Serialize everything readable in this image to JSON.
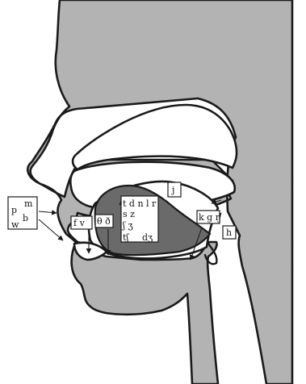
{
  "labels": {
    "bilabial": {
      "p": "p",
      "m": "m",
      "b": "b",
      "w": "w"
    },
    "labiodental": "f v",
    "dental": "θ ð",
    "alveolar": {
      "line1": "t d n l r",
      "line2": "s z"
    },
    "postalveolar": {
      "line1": "ʃ ʒ",
      "line2_a": "tʃ",
      "line2_b": "dʒ"
    },
    "palatal": "j",
    "velar": "k g ŋ",
    "glottal": "h"
  }
}
